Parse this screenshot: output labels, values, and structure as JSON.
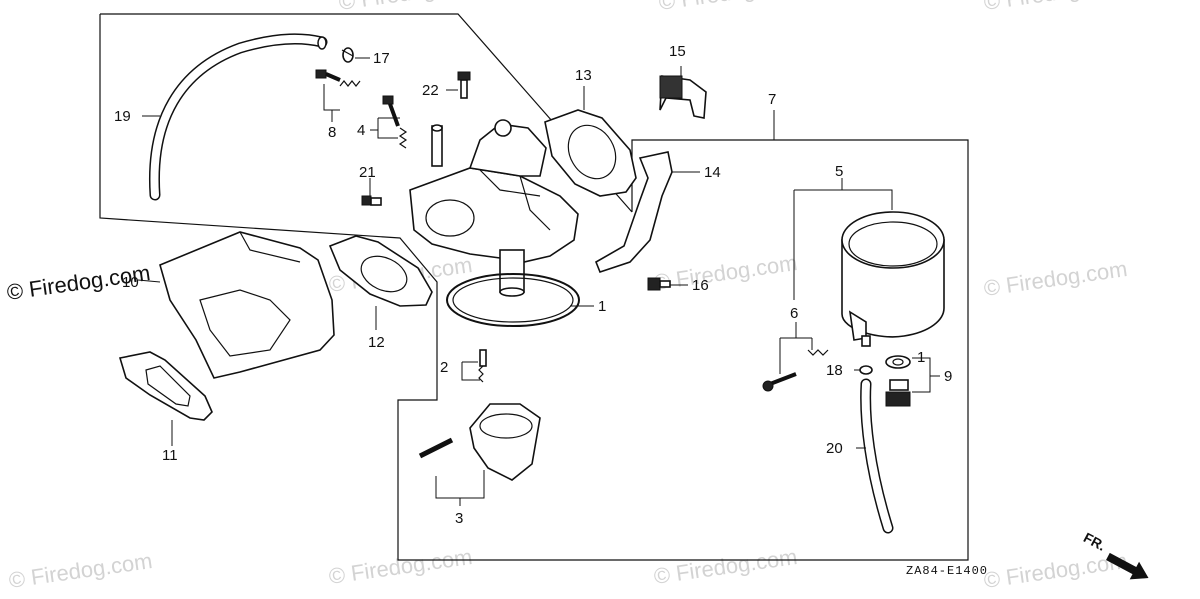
{
  "diagram": {
    "labels": {
      "p1": "1",
      "p1b": "1",
      "p2": "2",
      "p3": "3",
      "p4": "4",
      "p5": "5",
      "p6": "6",
      "p7": "7",
      "p8": "8",
      "p9": "9",
      "p10": "10",
      "p11": "11",
      "p12": "12",
      "p13": "13",
      "p14": "14",
      "p15": "15",
      "p16": "16",
      "p17": "17",
      "p18": "18",
      "p19": "19",
      "p20": "20",
      "p21": "21",
      "p22": "22"
    },
    "code": "ZA84-E1400",
    "direction": "FR.",
    "watermark": "© Firedog.com"
  }
}
